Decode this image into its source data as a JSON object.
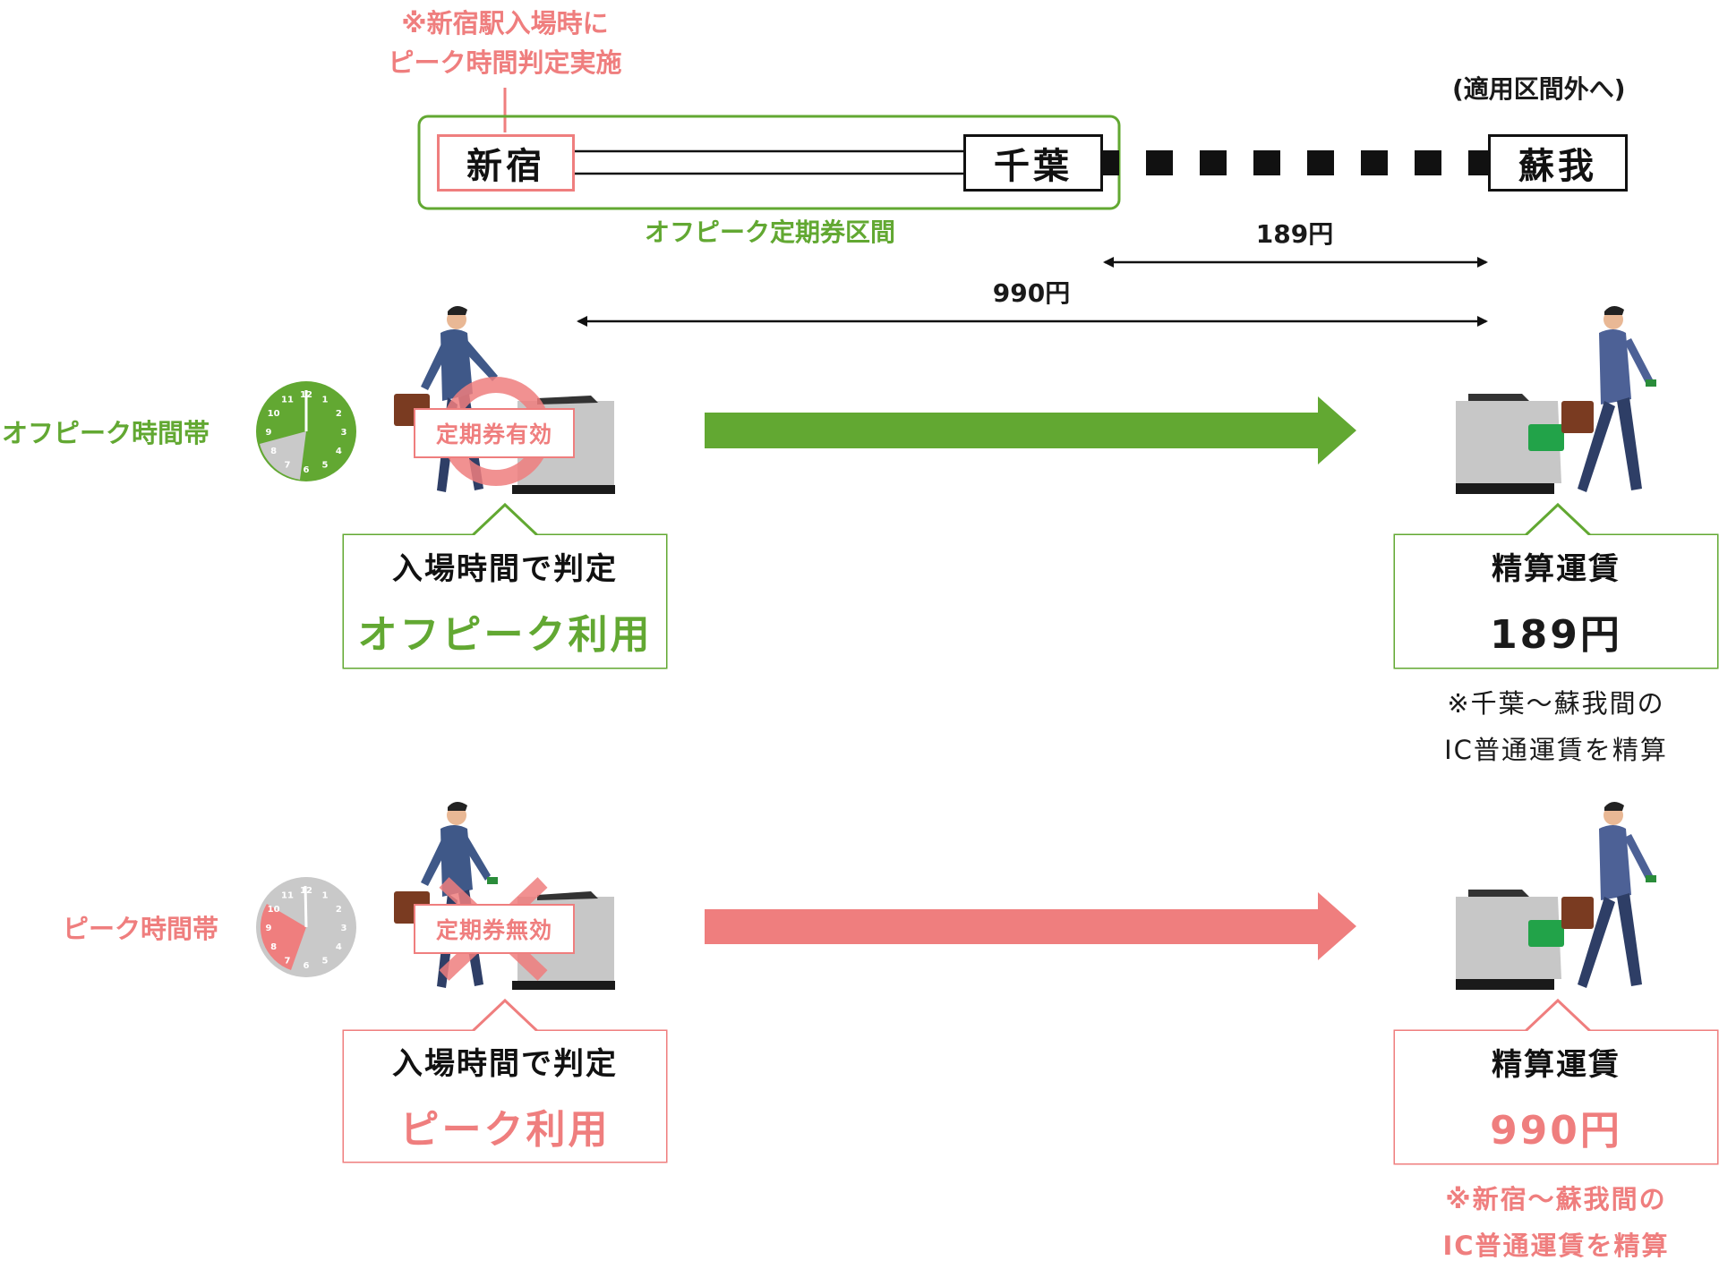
{
  "header_note": {
    "line1": "※新宿駅入場時に",
    "line2": "ピーク時間判定実施"
  },
  "outside_label": "(適用区間外へ)",
  "stations": {
    "shinjuku": "新宿",
    "chiba": "千葉",
    "soga": "蘇我"
  },
  "section_label": "オフピーク定期券区間",
  "fares": {
    "chiba_soga": "189円",
    "shinjuku_soga": "990円"
  },
  "offpeak_row": {
    "time_label": "オフピーク時間帯",
    "badge": "定期券有効",
    "callout_line1": "入場時間で判定",
    "callout_line2": "オフピーク利用",
    "result_line1": "精算運賃",
    "result_line2": "189円",
    "note_line1": "※千葉〜蘇我間の",
    "note_line2": "IC普通運賃を精算"
  },
  "peak_row": {
    "time_label": "ピーク時間帯",
    "badge": "定期券無効",
    "callout_line1": "入場時間で判定",
    "callout_line2": "ピーク利用",
    "result_line1": "精算運賃",
    "result_line2": "990円",
    "note_line1": "※新宿〜蘇我間の",
    "note_line2": "IC普通運賃を精算"
  },
  "clock_numbers": [
    "12",
    "1",
    "2",
    "3",
    "4",
    "5",
    "6",
    "7",
    "8",
    "9",
    "10",
    "11"
  ],
  "colors": {
    "green": "#62a832",
    "pink": "#ef7e7e",
    "gray": "#c9c9c9",
    "dark": "#111111"
  }
}
